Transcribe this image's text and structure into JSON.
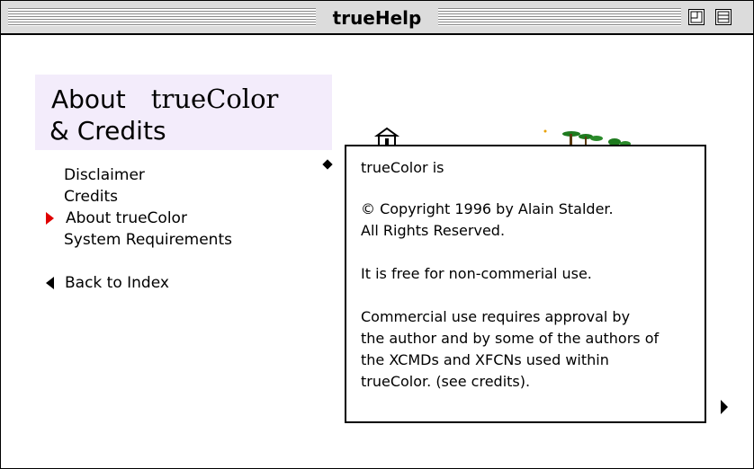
{
  "window": {
    "title": "trueHelp"
  },
  "heading": {
    "about_word": "About",
    "product_name": "trueColor",
    "credits_line": "& Credits"
  },
  "nav": {
    "items": [
      {
        "label": "Disclaimer"
      },
      {
        "label": "Credits"
      },
      {
        "label": "About trueColor",
        "selected": true
      },
      {
        "label": "System Requirements"
      }
    ],
    "back_label": "Back to Index"
  },
  "content": {
    "paragraphs": [
      "trueColor is",
      "© Copyright 1996 by  Alain Stalder.\nAll Rights Reserved.",
      "It is free for non-commerial use.",
      "Commercial use requires approval by\nthe author and by some of the authors of\nthe XCMDs and XFCNs used within\ntrueColor. (see credits)."
    ]
  },
  "colors": {
    "selected_marker": "#e00000",
    "heading_background": "#f3ecfb",
    "titlebar": "#dcdcdc"
  },
  "icons": {
    "zoom": "zoom-box-icon",
    "collapse": "collapse-box-icon",
    "selected_marker": "red-triangle-icon",
    "back": "left-triangle-icon",
    "next": "right-triangle-icon",
    "bullet": "diamond-icon",
    "decoration": [
      "house-icon",
      "tree-icon"
    ]
  }
}
